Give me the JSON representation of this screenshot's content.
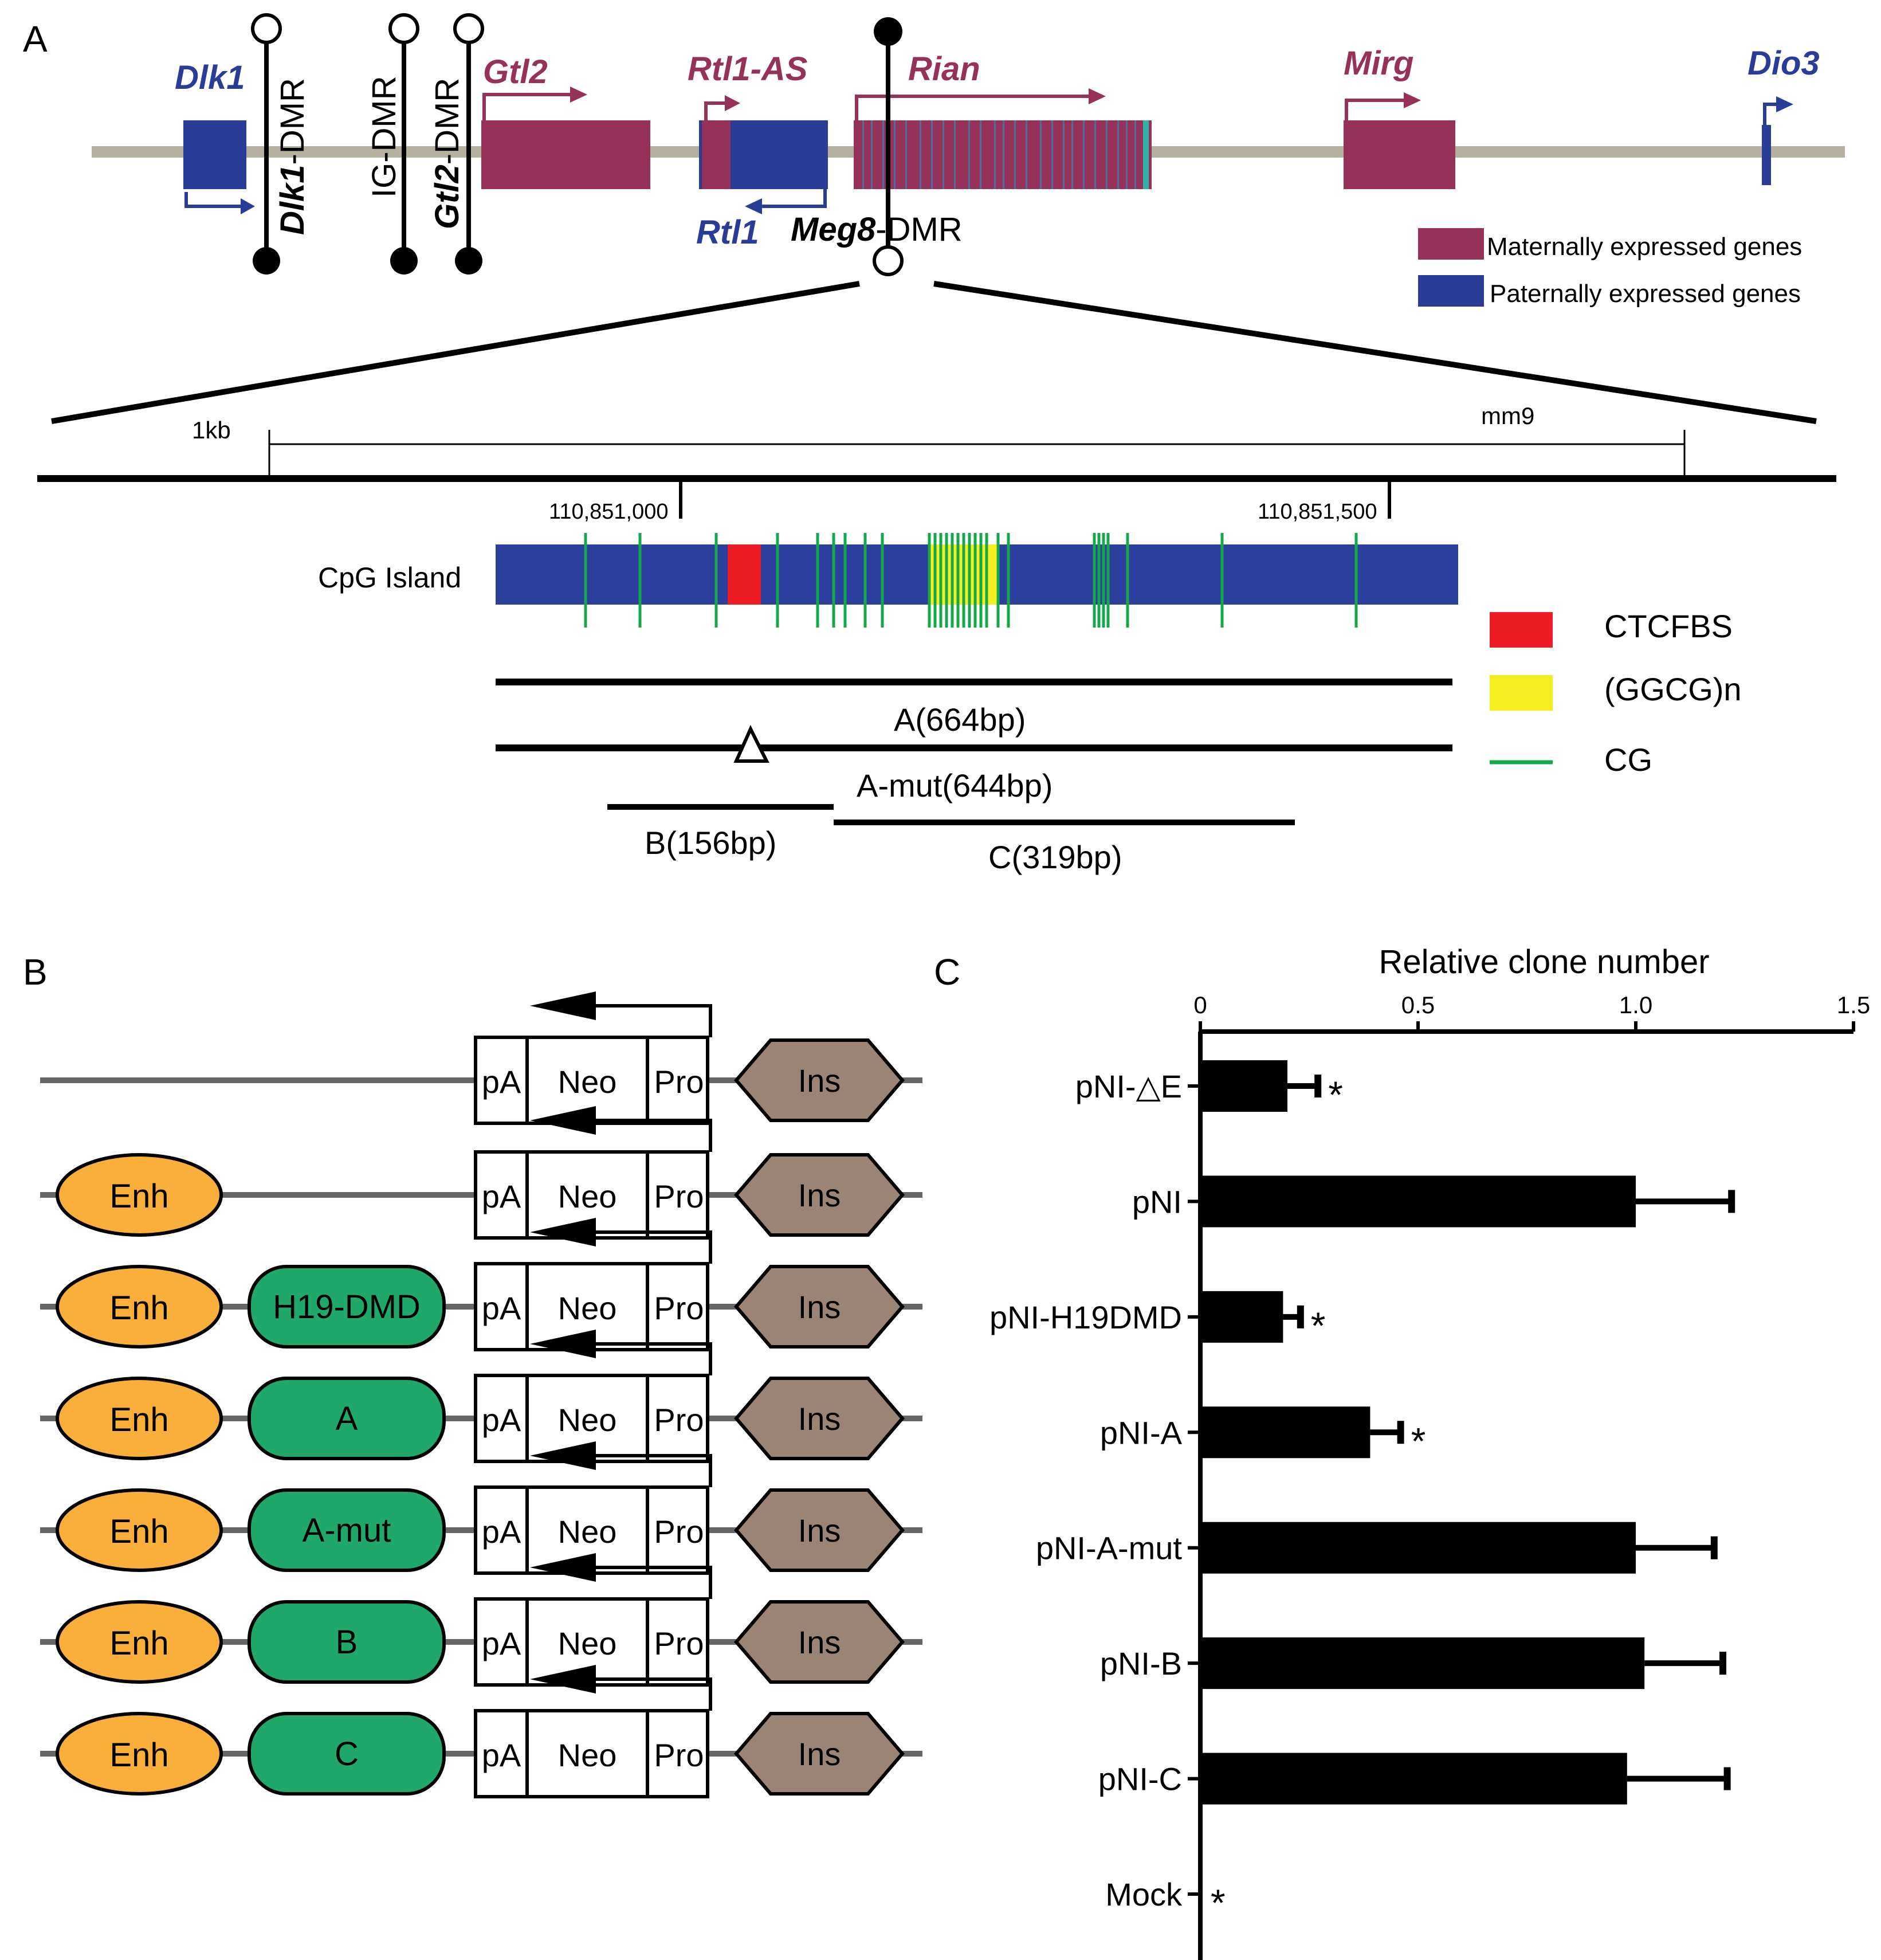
{
  "colors": {
    "maternal": "#963259",
    "paternal": "#293c96",
    "chromosome": "#b6b09e",
    "cpg_island": "#2c3f9c",
    "ctcfbs": "#ee1c25",
    "ggcg": "#f5ef22",
    "cg": "#15a84a",
    "enh": "#f9af3a",
    "insert": "#1fa86a",
    "ins": "#9c8474",
    "bar": "#000000"
  },
  "panel_a": {
    "label": "A",
    "genes": [
      {
        "name": "Dlk1",
        "parent": "paternal"
      },
      {
        "name": "Gtl2",
        "parent": "maternal"
      },
      {
        "name": "Rtl1-AS",
        "parent": "maternal"
      },
      {
        "name": "Rtl1",
        "parent": "paternal"
      },
      {
        "name": "Rian",
        "parent": "maternal"
      },
      {
        "name": "Mirg",
        "parent": "maternal"
      },
      {
        "name": "Dio3",
        "parent": "paternal"
      }
    ],
    "dmrs": [
      {
        "bold": "Dlk1",
        "rest": "-DMR"
      },
      {
        "bold": "",
        "rest": "IG-DMR"
      },
      {
        "bold": "Gtl2",
        "rest": "-DMR"
      },
      {
        "bold": "Meg8",
        "rest": "-DMR"
      }
    ],
    "legend": {
      "maternal": "Maternally expressed genes",
      "paternal": "Paternally expressed genes"
    },
    "scale_label": "1kb",
    "assembly": "mm9",
    "coord_1": "110,851,000",
    "coord_2": "110,851,500",
    "cpg_label": "CpG Island",
    "fragments": {
      "A": "A(664bp)",
      "A_mut": "A-mut(644bp)",
      "B": "B(156bp)",
      "C": "C(319bp)"
    },
    "feature_legend": {
      "ctcfbs": "CTCFBS",
      "ggcg": "(GGCG)n",
      "cg": "CG"
    }
  },
  "panel_b": {
    "label": "B",
    "box_labels": {
      "pa": "pA",
      "neo": "Neo",
      "pro": "Pro",
      "ins": "Ins",
      "enh": "Enh"
    },
    "constructs": [
      {
        "insert": null,
        "enh": false
      },
      {
        "insert": null,
        "enh": true
      },
      {
        "insert": "H19-DMD",
        "enh": true
      },
      {
        "insert": "A",
        "enh": true
      },
      {
        "insert": "A-mut",
        "enh": true
      },
      {
        "insert": "B",
        "enh": true
      },
      {
        "insert": "C",
        "enh": true
      }
    ]
  },
  "chart_data": {
    "type": "bar",
    "orientation": "horizontal",
    "panel_label": "C",
    "title": "",
    "xlabel": "Relative clone number",
    "ylabel": "",
    "xlim": [
      0,
      1.5
    ],
    "xticks": [
      "0",
      "0.5",
      "1.0",
      "1.5"
    ],
    "categories": [
      "pNI-△E",
      "pNI",
      "pNI-H19DMD",
      "pNI-A",
      "pNI-A-mut",
      "pNI-B",
      "pNI-C",
      "Mock"
    ],
    "values": [
      0.2,
      1.0,
      0.19,
      0.39,
      1.0,
      1.02,
      0.98,
      0.0
    ],
    "errors": [
      0.07,
      0.22,
      0.04,
      0.07,
      0.18,
      0.18,
      0.23,
      0.0
    ],
    "significant": [
      true,
      false,
      true,
      true,
      false,
      false,
      false,
      true
    ],
    "significance_marker": "*"
  }
}
